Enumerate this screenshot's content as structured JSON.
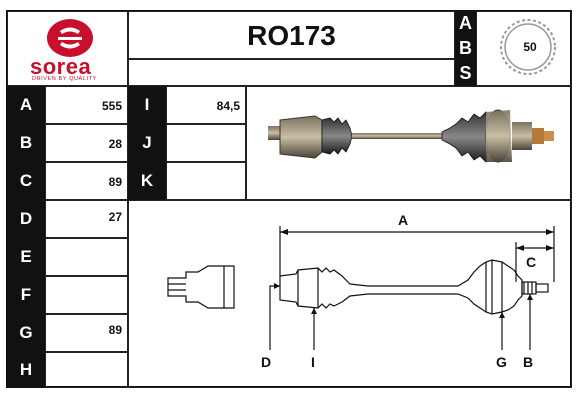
{
  "brand": {
    "name": "sorea",
    "tagline": "DRIVEN BY QUALITY"
  },
  "part_number": "RO173",
  "abs_letters": [
    "A",
    "B",
    "S"
  ],
  "abs_value": "50",
  "rows": [
    {
      "label": "A",
      "value": "555"
    },
    {
      "label": "B",
      "value": "28"
    },
    {
      "label": "C",
      "value": "89"
    },
    {
      "label": "D",
      "value": "27"
    },
    {
      "label": "E",
      "value": ""
    },
    {
      "label": "F",
      "value": ""
    },
    {
      "label": "G",
      "value": "89"
    },
    {
      "label": "H",
      "value": ""
    }
  ],
  "rows2": [
    {
      "label": "I",
      "value": "84,5"
    },
    {
      "label": "J",
      "value": ""
    },
    {
      "label": "K",
      "value": ""
    }
  ],
  "diagram_labels": {
    "a": "A",
    "c": "C",
    "d": "D",
    "i": "I",
    "g": "G",
    "b": "B"
  },
  "colors": {
    "brand_red": "#c8102e",
    "label_bg": "#111111"
  }
}
